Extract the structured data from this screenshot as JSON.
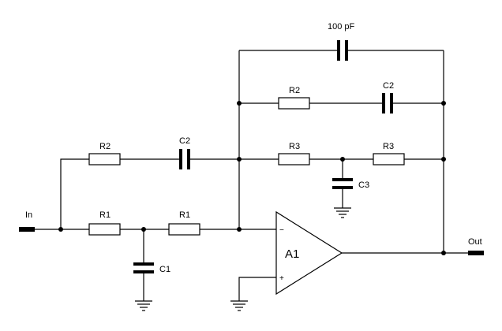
{
  "labels": {
    "input": "In",
    "output": "Out",
    "opamp": "A1",
    "opamp_minus": "−",
    "opamp_plus": "+"
  },
  "components": {
    "c_feedback": "100 pF",
    "r2_input": "R2",
    "c2_input": "C2",
    "r1_a": "R1",
    "r1_b": "R1",
    "c1": "C1",
    "r2_feedback": "R2",
    "c2_feedback": "C2",
    "r3_a": "R3",
    "r3_b": "R3",
    "c3": "C3"
  }
}
